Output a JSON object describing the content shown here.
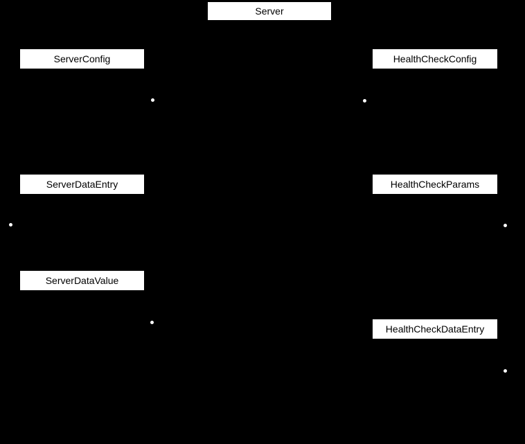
{
  "diagram": {
    "background_color": "#000000",
    "node_fill_color": "#ffffff",
    "node_text_color": "#000000",
    "edge_endpoint_dot_color": "#ffffff",
    "edge_endpoint_dot_count": 6,
    "nodes": [
      {
        "id": "server",
        "label": "Server"
      },
      {
        "id": "server-config",
        "label": "ServerConfig"
      },
      {
        "id": "health-check-config",
        "label": "HealthCheckConfig"
      },
      {
        "id": "server-data-entry",
        "label": "ServerDataEntry"
      },
      {
        "id": "health-check-params",
        "label": "HealthCheckParams"
      },
      {
        "id": "server-data-value",
        "label": "ServerDataValue"
      },
      {
        "id": "health-check-data-entry",
        "label": "HealthCheckDataEntry"
      }
    ]
  }
}
